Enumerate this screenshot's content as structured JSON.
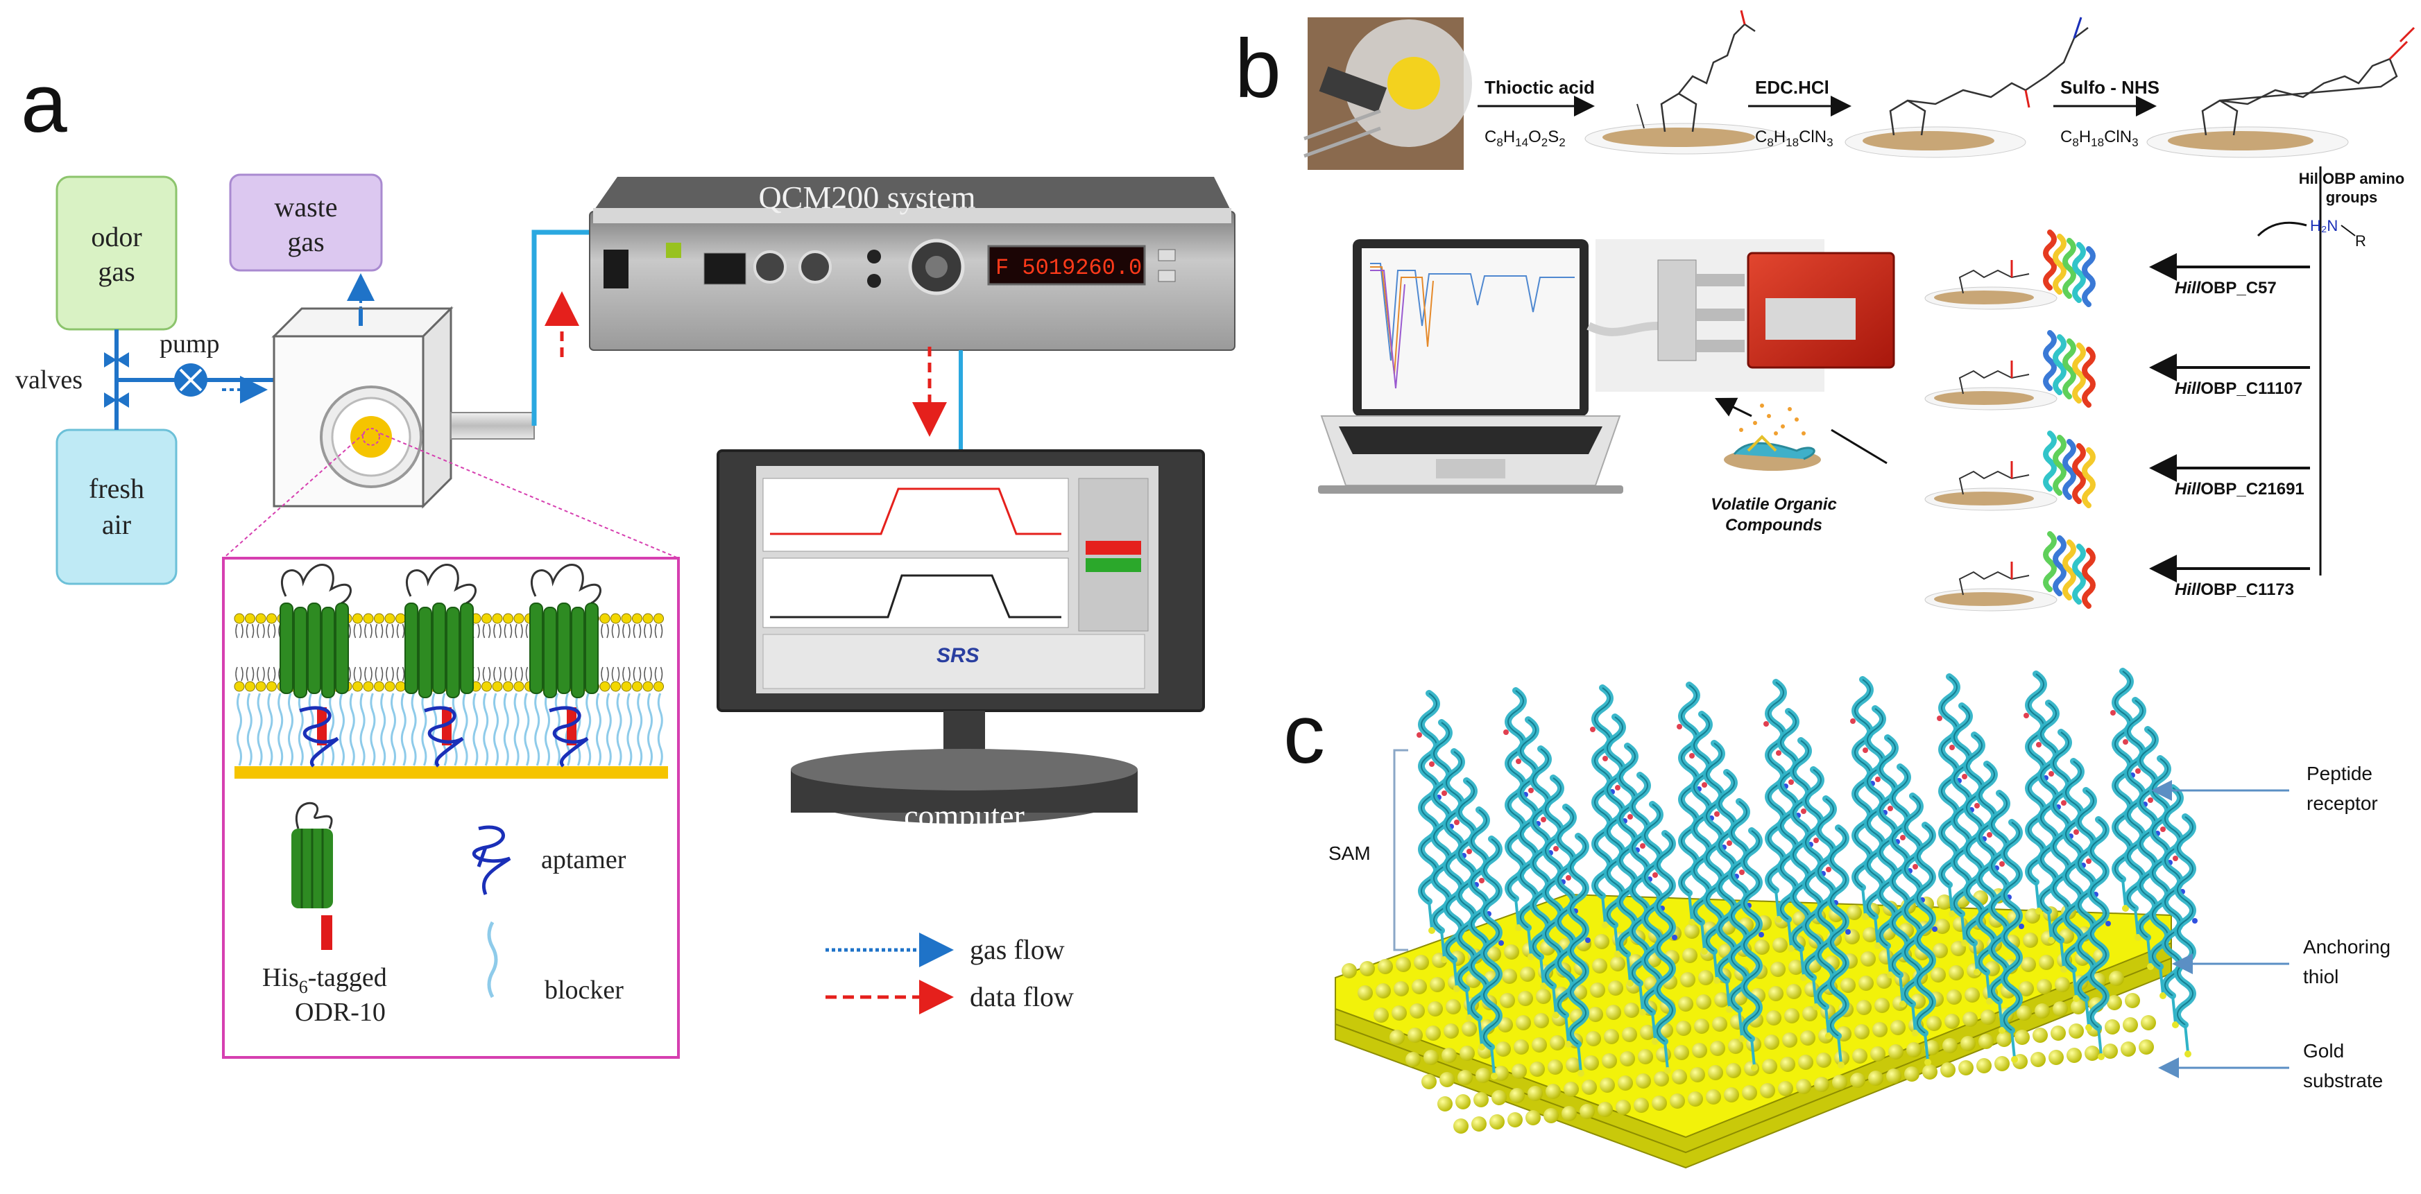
{
  "panels": {
    "a": {
      "letter": "a",
      "odor_gas": [
        "odor",
        "gas"
      ],
      "fresh_air": [
        "fresh",
        "air"
      ],
      "waste_gas": [
        "waste",
        "gas"
      ],
      "valves": "valves",
      "pump": "pump",
      "device_title": "QCM200 system",
      "device_display": "F 5019260.0",
      "computer": "computer",
      "screen_logo": "SRS",
      "legend": {
        "aptamer": "aptamer",
        "receptor": [
          "His",
          "6",
          "-tagged",
          "ODR-10"
        ],
        "blocker": "blocker"
      },
      "flow_legend": {
        "gas_flow": "gas flow",
        "data_flow": "data flow"
      },
      "colors": {
        "gas_box": "#d9f2c4",
        "air_box": "#bfeaf5",
        "waste_box": "#dcc8f0",
        "gas_flow": "#1f73c8",
        "data_flow": "#e5201c",
        "gold": "#f5c400",
        "receptor": "#2e8b22",
        "aptamer": "#1a2fb8",
        "blocker": "#8ecbea",
        "pipe": "#2aa8e0"
      }
    },
    "b": {
      "letter": "b",
      "steps": [
        {
          "label": "Thioctic acid",
          "formula": [
            "C",
            "8",
            "H",
            "14",
            "O",
            "2",
            "S",
            "2"
          ]
        },
        {
          "label": "EDC.HCl",
          "formula": [
            "C",
            "8",
            "H",
            "18",
            "ClN",
            "3"
          ]
        },
        {
          "label": "Sulfo - NHS",
          "formula": [
            "C",
            "8",
            "H",
            "18",
            "ClN",
            "3"
          ]
        }
      ],
      "amino_groups": [
        "HillOBP amino",
        "groups"
      ],
      "amine": "H₂N",
      "r_group": "R",
      "voc": [
        "Volatile Organic",
        "Compounds"
      ],
      "proteins": [
        "HillOBP_C57",
        "HillOBP_C11107",
        "HillOBP_C21691",
        "HillOBP_C1173"
      ]
    },
    "c": {
      "letter": "c",
      "sam": "SAM",
      "peptide": [
        "Peptide",
        "receptor"
      ],
      "thiol": [
        "Anchoring",
        "thiol"
      ],
      "gold": [
        "Gold",
        "substrate"
      ]
    }
  }
}
